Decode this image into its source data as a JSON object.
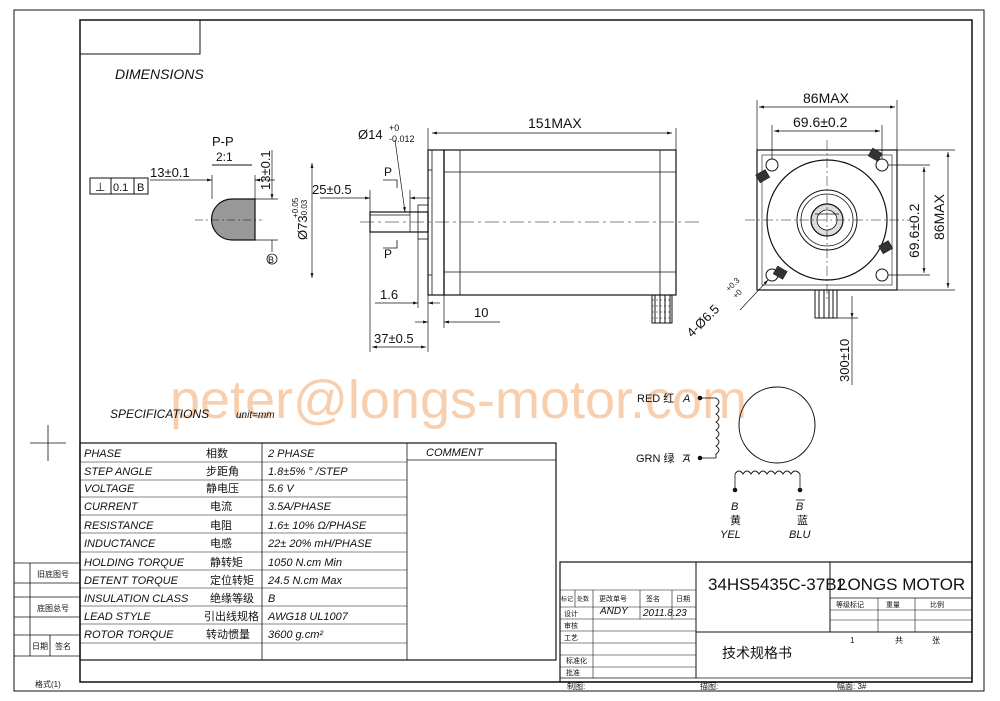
{
  "title": "DIMENSIONS",
  "dims": {
    "pp_label": "P-P",
    "pp_scale": "2:1",
    "flat_width": "13±0.1",
    "flat_height": "13±0.1",
    "datum_b": "B",
    "tol_frame_symbol": "⊥",
    "tol_frame_value": "0.1",
    "tol_frame_datum": "B",
    "shaft_dia_main": "Ø14",
    "shaft_dia_tol_top": "+0",
    "shaft_dia_tol_bottom": "-0.012",
    "pilot_dia_main": "Ø73",
    "pilot_dia_tol_top": "+0.05",
    "pilot_dia_tol_bottom": "-0.03",
    "flat_length": "25±0.5",
    "section_p": "P",
    "section_p2": "P",
    "body_length": "151MAX",
    "pilot_depth": "1.6",
    "flange_thick": "10",
    "shaft_length": "37±0.5",
    "width_max": "86MAX",
    "hole_spacing_h": "69.6±0.2",
    "hole_spacing_v": "69.6±0.2",
    "height_max": "86MAX",
    "holes_main": "4-Ø6.5",
    "holes_tol_top": "+0.3",
    "holes_tol_bottom": "+0",
    "lead_length": "300±10"
  },
  "watermark": "peter@longs-motor.com",
  "specs": {
    "title": "SPECIFICATIONS",
    "unit": "unit=mm",
    "comment_header": "COMMENT",
    "rows": [
      {
        "en": "PHASE",
        "cn": "相数",
        "value": "2  PHASE"
      },
      {
        "en": "STEP ANGLE",
        "cn": "步距角",
        "value": "1.8±5% ° /STEP"
      },
      {
        "en": "VOLTAGE",
        "cn": "静电压",
        "value": "5.6 V"
      },
      {
        "en": "CURRENT",
        "cn": "电流",
        "value": "3.5A/PHASE"
      },
      {
        "en": "RESISTANCE",
        "cn": "电阻",
        "value": "1.6± 10%  Ω/PHASE"
      },
      {
        "en": "INDUCTANCE",
        "cn": "电感",
        "value": "22± 20% mH/PHASE"
      },
      {
        "en": "HOLDING TORQUE",
        "cn": "静转矩",
        "value": "1050  N.cm Min"
      },
      {
        "en": "DETENT TORQUE",
        "cn": "定位转矩",
        "value": "24.5 N.cm Max"
      },
      {
        "en": "INSULATION CLASS",
        "cn": "绝缘等级",
        "value": "B"
      },
      {
        "en": "LEAD STYLE",
        "cn": "引出线规格",
        "value": "AWG18 UL1007"
      },
      {
        "en": "ROTOR TORQUE",
        "cn": "转动惯量",
        "value": "3600 g.cm²"
      }
    ]
  },
  "wiring": {
    "red_label": "RED 红",
    "a": "A",
    "grn_label": "GRN 绿",
    "a_bar": "A",
    "b": "B",
    "b_bar": "B",
    "yellow_cn": "黄",
    "yellow": "YEL",
    "blue_cn": "蓝",
    "blue": "BLU"
  },
  "title_block": {
    "model": "34HS5435C-37B2",
    "company": "LONGS MOTOR",
    "doc_title": "技术规格书",
    "mark_label": "标记",
    "qty_label": "处数",
    "change_no": "更改单号",
    "sign": "签名",
    "date": "日期",
    "design": "设计",
    "designer": "ANDY",
    "design_date": "2011.8.23",
    "check": "审核",
    "process": "工艺",
    "standard": "标准化",
    "approve": "批准",
    "stage_mark": "等级标记",
    "weight": "重量",
    "ratio": "比例",
    "sheet_num": "1",
    "total": "共",
    "sheet": "张",
    "drawn": "制图:",
    "traced": "描图:",
    "size": "幅面: 3#"
  },
  "left_strip": {
    "old_drawing": "旧底图号",
    "base_no": "底图总号",
    "date": "日期",
    "sign": "签名",
    "format": "格式(1)"
  }
}
